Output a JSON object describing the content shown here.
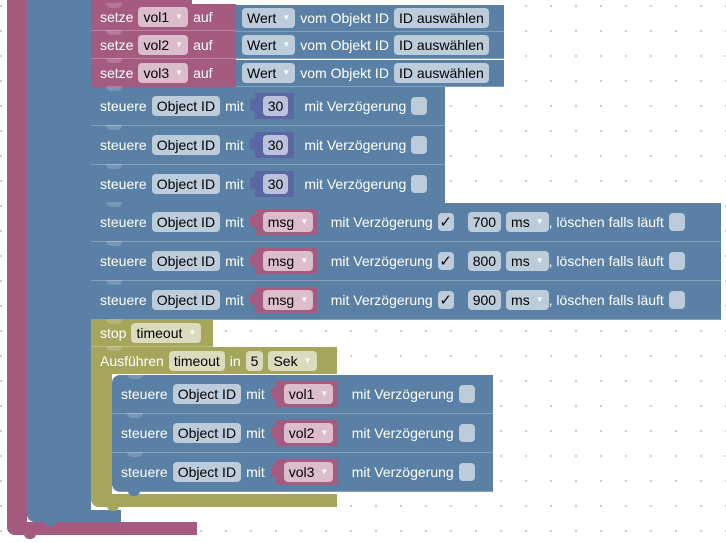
{
  "canvas": {
    "colors": {
      "variables": "#a55b80",
      "control": "#5b80a5",
      "timers": "#a5a55b",
      "math": "#5b67a5",
      "grid_dot": "#c8c8c8"
    }
  },
  "set_blocks": [
    {
      "label": "setze",
      "variable": "vol1",
      "to_label": "auf",
      "value_field": "Wert",
      "from_label": "vom Objekt ID",
      "object_id": "ID auswählen"
    },
    {
      "label": "setze",
      "variable": "vol2",
      "to_label": "auf",
      "value_field": "Wert",
      "from_label": "vom Objekt ID",
      "object_id": "ID auswählen"
    },
    {
      "label": "setze",
      "variable": "vol3",
      "to_label": "auf",
      "value_field": "Wert",
      "from_label": "vom Objekt ID",
      "object_id": "ID auswählen"
    }
  ],
  "control_number_blocks": [
    {
      "label": "steuere",
      "object_id": "Object ID",
      "with_label": "mit",
      "value": "30",
      "delay_label": "mit Verzögerung",
      "delay_checked": false
    },
    {
      "label": "steuere",
      "object_id": "Object ID",
      "with_label": "mit",
      "value": "30",
      "delay_label": "mit Verzögerung",
      "delay_checked": false
    },
    {
      "label": "steuere",
      "object_id": "Object ID",
      "with_label": "mit",
      "value": "30",
      "delay_label": "mit Verzögerung",
      "delay_checked": false
    }
  ],
  "control_msg_blocks": [
    {
      "label": "steuere",
      "object_id": "Object ID",
      "with_label": "mit",
      "variable": "msg",
      "delay_label": "mit Verzögerung",
      "delay_checked": true,
      "check_glyph": "✓",
      "delay_value": "700",
      "unit": "ms",
      "clear_label": ", löschen falls läuft",
      "clear_checked": false
    },
    {
      "label": "steuere",
      "object_id": "Object ID",
      "with_label": "mit",
      "variable": "msg",
      "delay_label": "mit Verzögerung",
      "delay_checked": true,
      "check_glyph": "✓",
      "delay_value": "800",
      "unit": "ms",
      "clear_label": ", löschen falls läuft",
      "clear_checked": false
    },
    {
      "label": "steuere",
      "object_id": "Object ID",
      "with_label": "mit",
      "variable": "msg",
      "delay_label": "mit Verzögerung",
      "delay_checked": true,
      "check_glyph": "✓",
      "delay_value": "900",
      "unit": "ms",
      "clear_label": ", löschen falls läuft",
      "clear_checked": false
    }
  ],
  "stop_block": {
    "label": "stop",
    "timer": "timeout"
  },
  "timeout_block": {
    "label": "Ausführen",
    "timer": "timeout",
    "in_label": "in",
    "value": "5",
    "unit": "Sek"
  },
  "inner_control_blocks": [
    {
      "label": "steuere",
      "object_id": "Object ID",
      "with_label": "mit",
      "variable": "vol1",
      "delay_label": "mit Verzögerung",
      "delay_checked": false
    },
    {
      "label": "steuere",
      "object_id": "Object ID",
      "with_label": "mit",
      "variable": "vol2",
      "delay_label": "mit Verzögerung",
      "delay_checked": false
    },
    {
      "label": "steuere",
      "object_id": "Object ID",
      "with_label": "mit",
      "variable": "vol3",
      "delay_label": "mit Verzögerung",
      "delay_checked": false
    }
  ],
  "dropdown_arrow": "▼"
}
